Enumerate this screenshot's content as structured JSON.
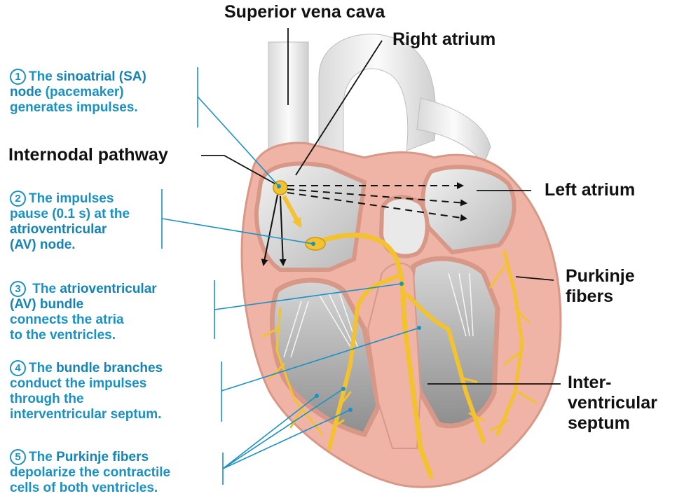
{
  "labels": {
    "superior_vena_cava": "Superior vena cava",
    "right_atrium": "Right atrium",
    "internodal_pathway": "Internodal pathway",
    "left_atrium": "Left atrium",
    "purkinje_fibers": [
      "Purkinje",
      "fibers"
    ],
    "interventricular_septum": [
      "Inter-",
      "ventricular",
      "septum"
    ]
  },
  "steps": [
    {
      "number": "1",
      "lines": [
        [
          {
            "t": "The ",
            "b": false
          },
          {
            "t": "sinoatrial (SA)",
            "b": true
          }
        ],
        [
          {
            "t": "node",
            "b": true
          },
          {
            "t": " (pacemaker)",
            "b": false
          }
        ],
        [
          {
            "t": "generates impulses.",
            "b": false
          }
        ]
      ]
    },
    {
      "number": "2",
      "lines": [
        [
          {
            "t": "The impulses",
            "b": false
          }
        ],
        [
          {
            "t": "pause (0.1 s) at the",
            "b": false
          }
        ],
        [
          {
            "t": "atrioventricular",
            "b": true
          }
        ],
        [
          {
            "t": "(AV) node.",
            "b": true
          }
        ]
      ]
    },
    {
      "number": "3",
      "lines": [
        [
          {
            "t": " The ",
            "b": false
          },
          {
            "t": "atrioventricular",
            "b": true
          }
        ],
        [
          {
            "t": "(AV) bundle",
            "b": true
          }
        ],
        [
          {
            "t": "connects the atria",
            "b": false
          }
        ],
        [
          {
            "t": "to the ventricles.",
            "b": false
          }
        ]
      ]
    },
    {
      "number": "4",
      "lines": [
        [
          {
            "t": "The ",
            "b": false
          },
          {
            "t": "bundle branches",
            "b": true
          }
        ],
        [
          {
            "t": "conduct the impulses",
            "b": false
          }
        ],
        [
          {
            "t": "through the",
            "b": false
          }
        ],
        [
          {
            "t": "interventricular septum.",
            "b": false
          }
        ]
      ]
    },
    {
      "number": "5",
      "lines": [
        [
          {
            "t": "The ",
            "b": false
          },
          {
            "t": "Purkinje fibers",
            "b": true
          }
        ],
        [
          {
            "t": "depolarize the contractile",
            "b": false
          }
        ],
        [
          {
            "t": "cells of both ventricles.",
            "b": false
          }
        ]
      ]
    }
  ],
  "colors": {
    "accent_blue": "#1a91c4",
    "conduction_yellow": "#f2c230",
    "myocardium_pink": "#efb4a6",
    "chamber_gray": "#c9c9c9"
  }
}
